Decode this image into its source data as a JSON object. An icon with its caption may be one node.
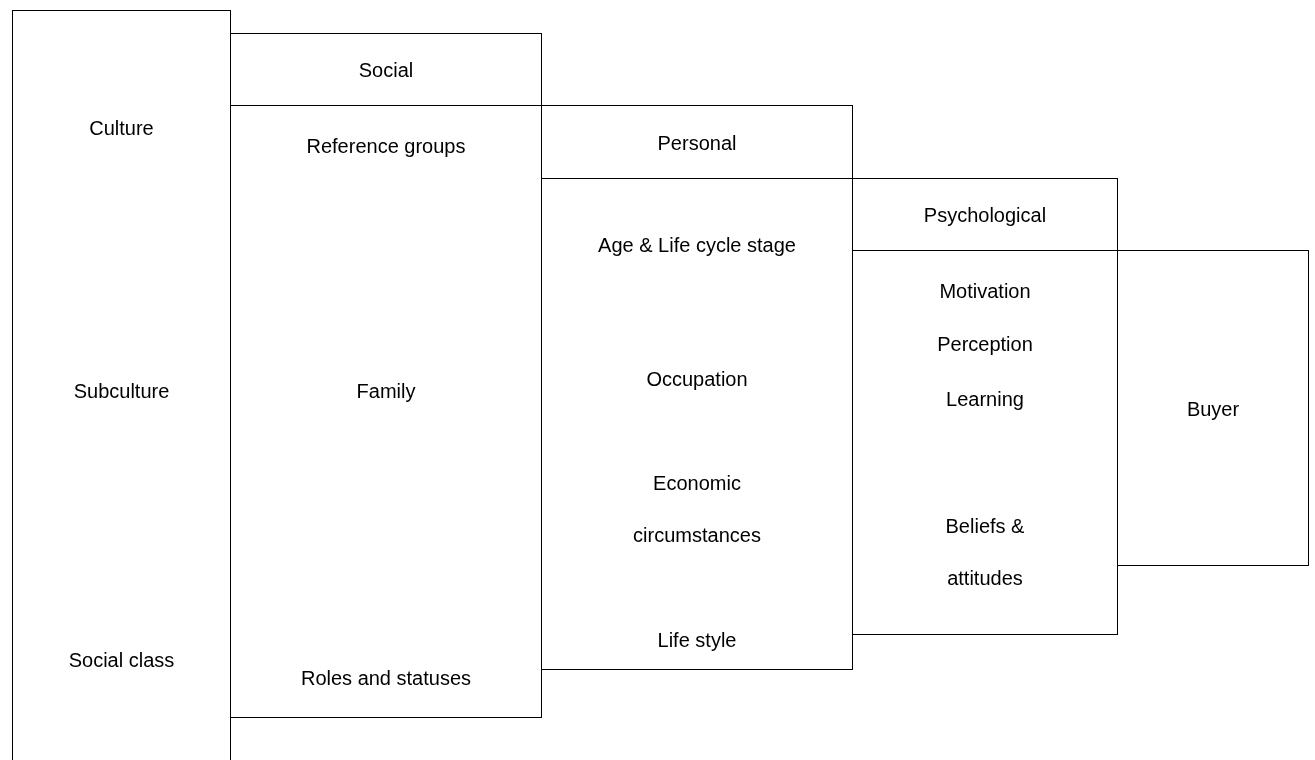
{
  "diagram": {
    "nodes": [
      {
        "text": [
          "Culture",
          "Subculture",
          "Social class"
        ]
      },
      {
        "text": [
          "Social"
        ]
      },
      {
        "text": [
          "Reference groups",
          "Family",
          "Roles and statuses"
        ]
      },
      {
        "text": [
          "Personal"
        ]
      },
      {
        "text": [
          "Age & Life cycle stage",
          "Occupation",
          "Economic circumstances",
          "Life style"
        ]
      },
      {
        "text": [
          "Psychological"
        ]
      },
      {
        "text": [
          "Motivation",
          "Perception",
          "Learning",
          "Beliefs & attitudes"
        ]
      },
      {
        "text": [
          "Buyer"
        ]
      }
    ]
  }
}
